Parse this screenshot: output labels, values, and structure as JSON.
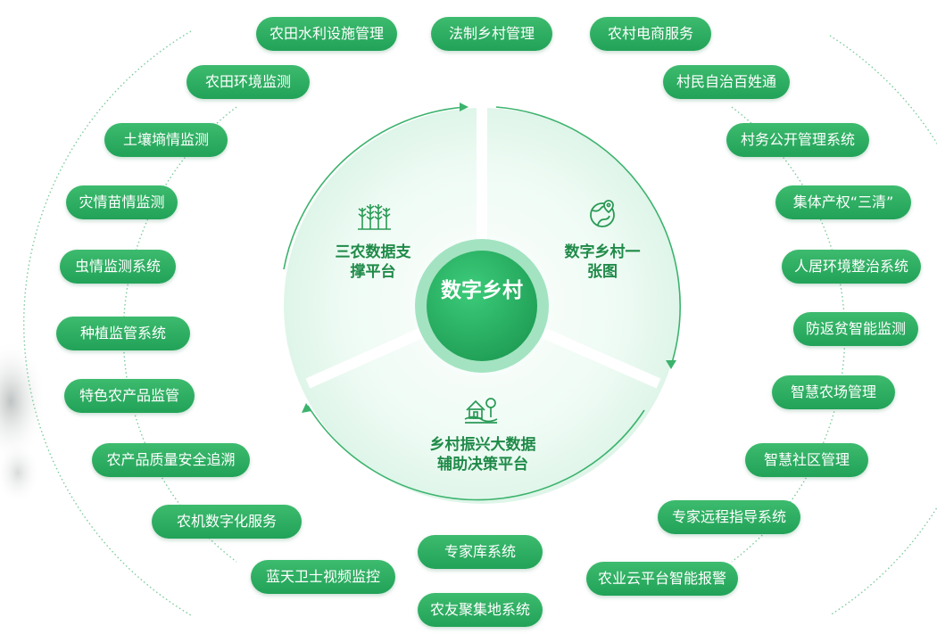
{
  "center": {
    "label": "数字乡村"
  },
  "segments": {
    "left": {
      "label": "三农数据支撑平台",
      "line1": "三农数据支",
      "line2": "撑平台",
      "icon": "wheat-icon"
    },
    "right": {
      "label": "数字乡村一张图",
      "line1": "数字乡村一",
      "line2": "张图",
      "icon": "globe-location-icon"
    },
    "bottom": {
      "label": "乡村振兴大数据辅助决策平台",
      "line1": "乡村振兴大数据",
      "line2": "辅助决策平台",
      "icon": "farmhouse-icon"
    }
  },
  "pills": {
    "top_center": "法制乡村管理",
    "left": [
      "农田水利设施管理",
      "农田环境监测",
      "土壤墒情监测",
      "灾情苗情监测",
      "虫情监测系统",
      "种植监管系统",
      "特色农产品监管",
      "农产品质量安全追溯",
      "农机数字化服务",
      "蓝天卫士视频监控"
    ],
    "right": [
      "农村电商服务",
      "村民自治百姓通",
      "村务公开管理系统",
      "集体产权“三清”",
      "人居环境整治系统",
      "防返贫智能监测",
      "智慧农场管理",
      "智慧社区管理",
      "专家远程指导系统",
      "农业云平台智能报警"
    ],
    "bottom": [
      "专家库系统",
      "农友聚集地系统"
    ]
  },
  "colors": {
    "pill_green": "#25a55c",
    "dark_green": "#1f8a48",
    "disk_fill": "#eafaf2",
    "center_fill": "#2fb466",
    "ring_fill": "#9fe0bc",
    "dotted_ring": "#6ec394"
  }
}
